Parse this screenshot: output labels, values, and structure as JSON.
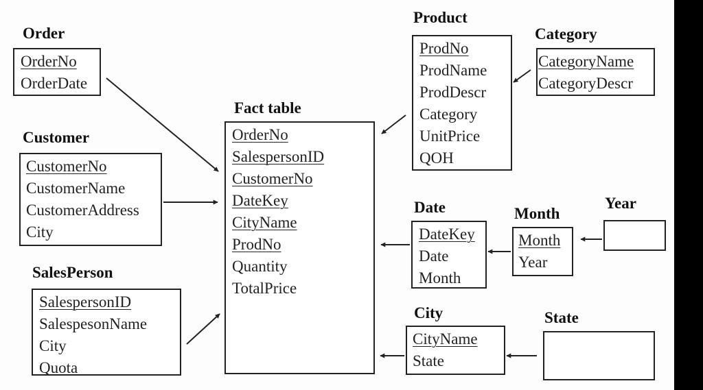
{
  "tables": {
    "order": {
      "title": "Order",
      "fields": [
        {
          "label": "OrderNo",
          "key": true
        },
        {
          "label": "OrderDate",
          "key": false
        }
      ]
    },
    "customer": {
      "title": "Customer",
      "fields": [
        {
          "label": "CustomerNo",
          "key": true
        },
        {
          "label": "CustomerName",
          "key": false
        },
        {
          "label": "CustomerAddress",
          "key": false
        },
        {
          "label": "City",
          "key": false
        }
      ]
    },
    "salesperson": {
      "title": "SalesPerson",
      "fields": [
        {
          "label": "SalespersonID",
          "key": true
        },
        {
          "label": "SalespesonName",
          "key": false
        },
        {
          "label": "City",
          "key": false
        },
        {
          "label": "Quota",
          "key": false
        }
      ]
    },
    "fact": {
      "title": "Fact table",
      "fields": [
        {
          "label": "OrderNo",
          "key": true
        },
        {
          "label": "SalespersonID",
          "key": true
        },
        {
          "label": "CustomerNo",
          "key": true
        },
        {
          "label": "DateKey",
          "key": true
        },
        {
          "label": "CityName",
          "key": true
        },
        {
          "label": "ProdNo",
          "key": true
        },
        {
          "label": "Quantity",
          "key": false
        },
        {
          "label": "TotalPrice",
          "key": false
        }
      ]
    },
    "product": {
      "title": "Product",
      "fields": [
        {
          "label": "ProdNo",
          "key": true
        },
        {
          "label": "ProdName",
          "key": false
        },
        {
          "label": "ProdDescr",
          "key": false
        },
        {
          "label": "Category",
          "key": false
        },
        {
          "label": "UnitPrice",
          "key": false
        },
        {
          "label": "QOH",
          "key": false
        }
      ]
    },
    "category": {
      "title": "Category",
      "fields": [
        {
          "label": "CategoryName",
          "key": true
        },
        {
          "label": "CategoryDescr",
          "key": false
        }
      ]
    },
    "date": {
      "title": "Date",
      "fields": [
        {
          "label": "DateKey",
          "key": true
        },
        {
          "label": "Date",
          "key": false
        },
        {
          "label": "Month",
          "key": false
        }
      ]
    },
    "month": {
      "title": "Month",
      "fields": [
        {
          "label": "Month",
          "key": true
        },
        {
          "label": "Year",
          "key": false
        }
      ]
    },
    "year": {
      "title": "Year",
      "fields": []
    },
    "city": {
      "title": "City",
      "fields": [
        {
          "label": "CityName",
          "key": true
        },
        {
          "label": "State",
          "key": false
        }
      ]
    },
    "state": {
      "title": "State",
      "fields": []
    }
  },
  "relationships": [
    {
      "from": "order",
      "to": "fact"
    },
    {
      "from": "customer",
      "to": "fact"
    },
    {
      "from": "salesperson",
      "to": "fact"
    },
    {
      "from": "product",
      "to": "fact"
    },
    {
      "from": "category",
      "to": "product"
    },
    {
      "from": "date",
      "to": "fact"
    },
    {
      "from": "month",
      "to": "date"
    },
    {
      "from": "year",
      "to": "month"
    },
    {
      "from": "city",
      "to": "fact"
    },
    {
      "from": "state",
      "to": "city"
    }
  ]
}
